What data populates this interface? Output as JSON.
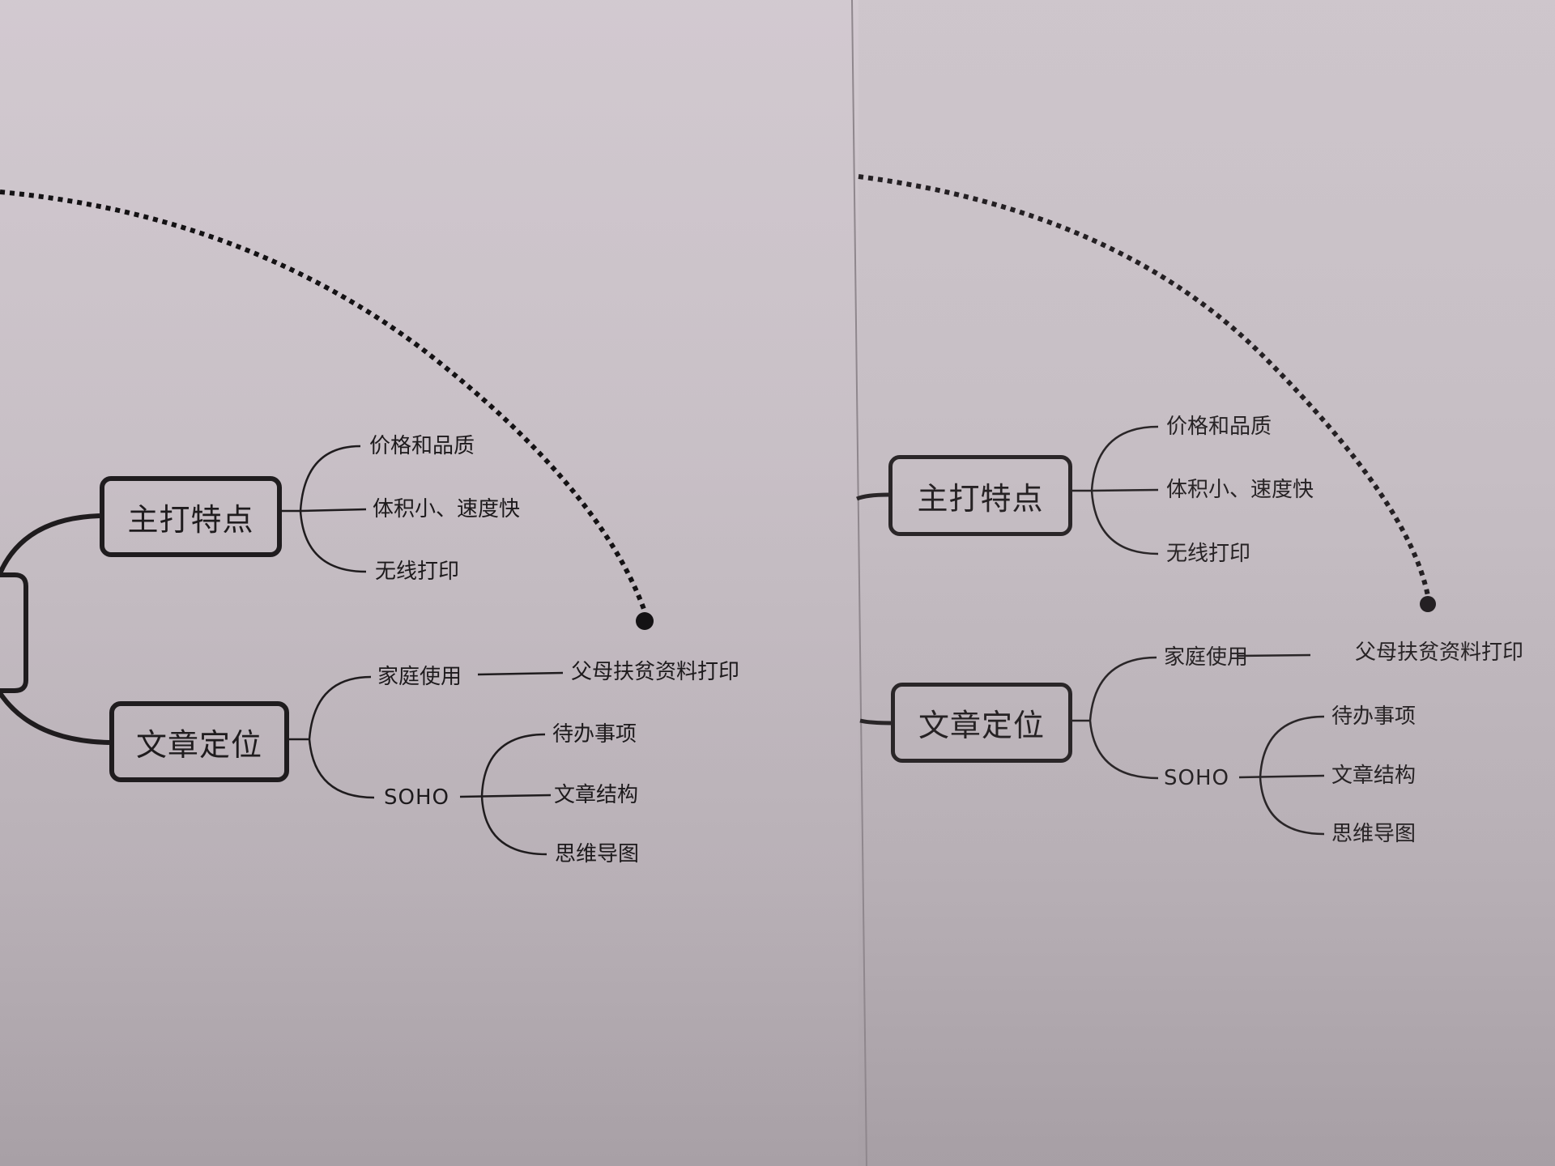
{
  "colors": {
    "paper_top": "#cdc5cb",
    "paper_bottom": "#a9a1a7",
    "ink": "#1f1c1e",
    "fold_line": "#8f878d"
  },
  "left_page": {
    "main_nodes": [
      {
        "id": "features",
        "label": "主打特点"
      },
      {
        "id": "positioning",
        "label": "文章定位"
      }
    ],
    "features_children": [
      "价格和品质",
      "体积小、速度快",
      "无线打印"
    ],
    "positioning_children": {
      "home_use": {
        "label": "家庭使用",
        "child": "父母扶贫资料打印"
      },
      "soho": {
        "label": "SOHO",
        "children": [
          "待办事项",
          "文章结构",
          "思维导图"
        ]
      }
    }
  },
  "right_page": {
    "main_nodes": [
      {
        "id": "features",
        "label": "主打特点"
      },
      {
        "id": "positioning",
        "label": "文章定位"
      }
    ],
    "features_children": [
      "价格和品质",
      "体积小、速度快",
      "无线打印"
    ],
    "positioning_children": {
      "home_use": {
        "label": "家庭使用",
        "child": "父母扶贫资料打印"
      },
      "soho": {
        "label": "SOHO",
        "children": [
          "待办事项",
          "文章结构",
          "思维导图"
        ]
      }
    }
  }
}
